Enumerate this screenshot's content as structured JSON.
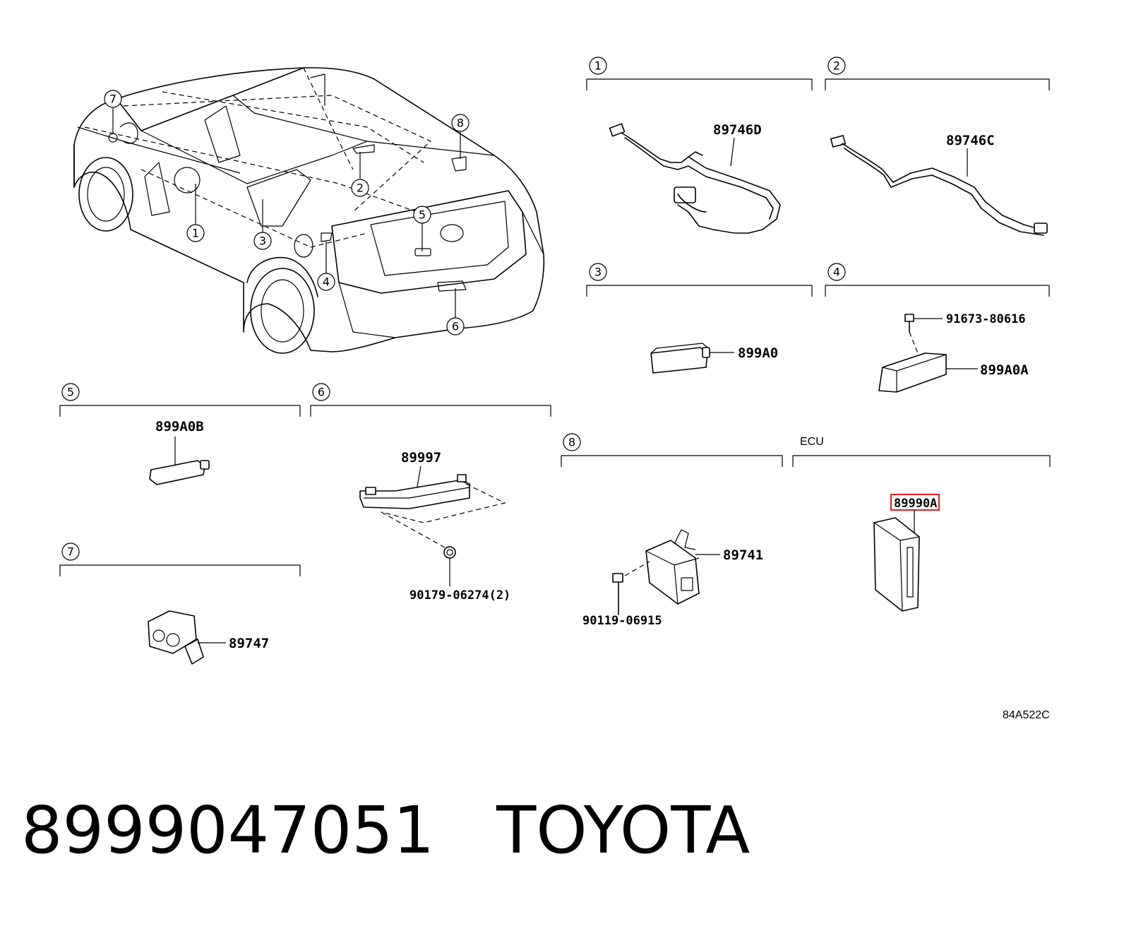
{
  "callouts": [
    "1",
    "2",
    "3",
    "4",
    "5",
    "6",
    "7",
    "8"
  ],
  "groups": {
    "g1": {
      "num": "1",
      "parts": [
        "89746D"
      ]
    },
    "g2": {
      "num": "2",
      "parts": [
        "89746C"
      ]
    },
    "g3": {
      "num": "3",
      "parts": [
        "899A0"
      ]
    },
    "g4": {
      "num": "4",
      "parts": [
        "91673-80616",
        "899A0A"
      ]
    },
    "g5": {
      "num": "5",
      "parts": [
        "899A0B"
      ]
    },
    "g6": {
      "num": "6",
      "parts": [
        "89997",
        "90179-06274(2)"
      ]
    },
    "g7": {
      "num": "7",
      "parts": [
        "89747"
      ]
    },
    "g8": {
      "num": "8",
      "parts": [
        "89741",
        "90119-06915"
      ]
    },
    "ecu": {
      "title": "ECU",
      "parts": [
        "89990A"
      ]
    }
  },
  "highlight_color": "#e02020",
  "reference_code": "84A522C",
  "caption": {
    "part_number": "8999047051",
    "brand": "TOYOTA"
  }
}
